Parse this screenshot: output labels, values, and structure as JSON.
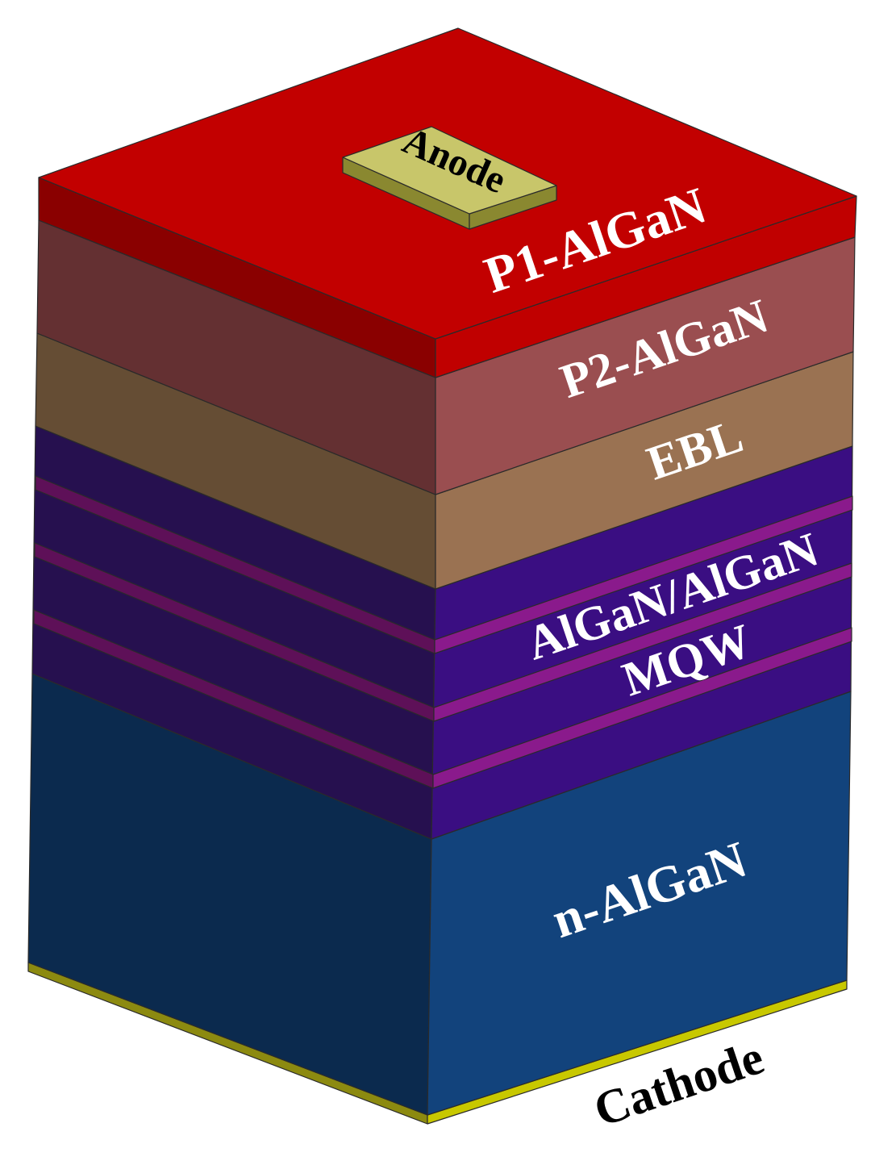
{
  "labels": {
    "anode": "Anode",
    "p1": "P1-AlGaN",
    "p2": "P2-AlGaN",
    "ebl": "EBL",
    "mqw_line1": "AlGaN/AlGaN",
    "mqw_line2": "MQW",
    "n": "n-AlGaN",
    "cathode": "Cathode"
  },
  "layers": [
    {
      "name": "cathode",
      "front": "#c8c800",
      "side": "#8c8a10"
    },
    {
      "name": "n-algan",
      "front": "#12437c",
      "side": "#0b2a4e"
    },
    {
      "name": "mqw-barrier",
      "front": "#3a0e82",
      "side": "#26104f"
    },
    {
      "name": "mqw-well",
      "front": "#8a1a8c",
      "side": "#5e1058"
    },
    {
      "name": "ebl",
      "front": "#9a7252",
      "side": "#654d34"
    },
    {
      "name": "p2-algan",
      "front": "#9a4e50",
      "side": "#643032"
    },
    {
      "name": "p1-algan",
      "front": "#c00000",
      "side": "#8a0000",
      "top": "#c20000"
    }
  ],
  "colors": {
    "anode_top": "#c8c66a",
    "anode_side": "#8a8830",
    "label_light": "#ffffff",
    "label_dark": "#000000"
  }
}
